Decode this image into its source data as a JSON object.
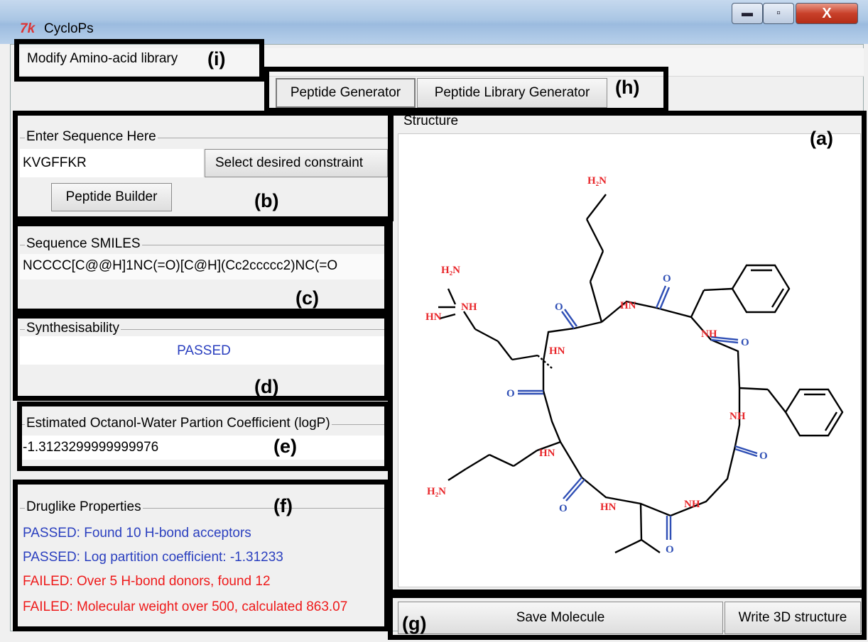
{
  "window": {
    "app_icon": "7k",
    "title": "CycloPs",
    "buttons": {
      "minimize": "▬",
      "maximize": "▫",
      "close": "X"
    }
  },
  "menu": {
    "modify_library": "Modify Amino-acid library"
  },
  "tabs": [
    {
      "label": "Peptide Generator",
      "selected": true
    },
    {
      "label": "Peptide Library Generator",
      "selected": false
    }
  ],
  "annotations": {
    "a": "(a)",
    "b": "(b)",
    "c": "(c)",
    "d": "(d)",
    "e": "(e)",
    "f": "(f)",
    "g": "(g)",
    "h": "(h)",
    "i": "(i)"
  },
  "sequence": {
    "group_title": "Enter Sequence Here",
    "value": "KVGFFKR",
    "constraint_button": "Select desired constraint",
    "builder_button": "Peptide Builder"
  },
  "smiles": {
    "group_title": "Sequence SMILES",
    "value": "NCCCC[C@@H]1NC(=O)[C@H](Cc2ccccc2)NC(=O"
  },
  "synth": {
    "group_title": "Synthesisability",
    "result": "PASSED"
  },
  "logp": {
    "group_title": "Estimated Octanol-Water Partion Coefficient (logP)",
    "value": "-1.3123299999999976"
  },
  "druglike": {
    "group_title": "Druglike Properties",
    "results": [
      {
        "text": "PASSED: Found 10 H-bond acceptors",
        "status": "passed"
      },
      {
        "text": "PASSED: Log partition coefficient: -1.31233",
        "status": "passed"
      },
      {
        "text": "FAILED: Over 5 H-bond donors, found 12",
        "status": "failed"
      },
      {
        "text": "FAILED: Molecular weight over 500, calculated 863.07",
        "status": "failed"
      }
    ]
  },
  "structure": {
    "group_title": "Structure",
    "atom_labels": {
      "h2n": "H₂N",
      "nh": "NH",
      "hn": "HN",
      "o": "O"
    }
  },
  "bottom_buttons": {
    "save": "Save Molecule",
    "write3d": "Write 3D structure"
  },
  "colors": {
    "passed": "#2a3fbf",
    "failed": "#ee1a1a",
    "nitrogen": "#e8262a",
    "oxygen": "#2f4fb5"
  }
}
